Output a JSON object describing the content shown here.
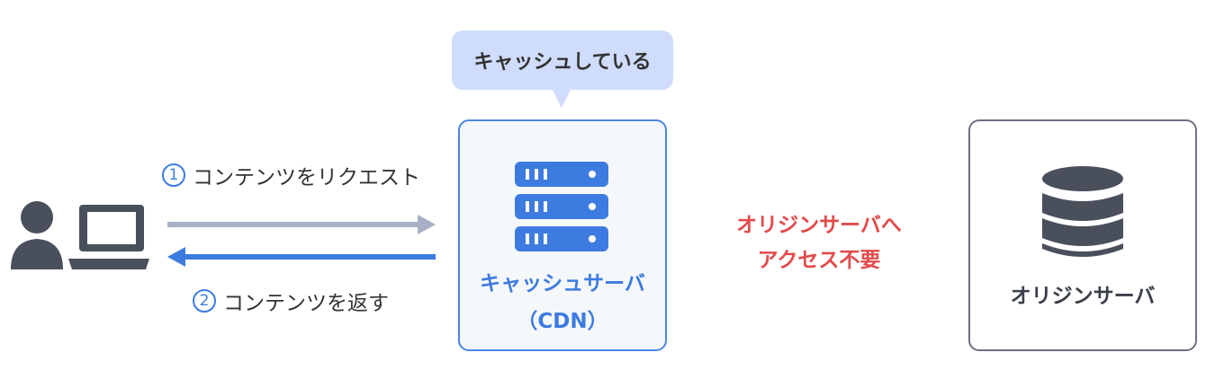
{
  "steps": {
    "request": {
      "number": "1",
      "label": "コンテンツをリクエスト"
    },
    "response": {
      "number": "2",
      "label": "コンテンツを返す"
    }
  },
  "bubble": {
    "text": "キャッシュしている"
  },
  "cdn": {
    "label_line1": "キャッシュサーバ",
    "label_line2": "（CDN）"
  },
  "note": {
    "line1": "オリジンサーバへ",
    "line2": "アクセス不要"
  },
  "origin": {
    "label": "オリジンサーバ"
  },
  "colors": {
    "accent_blue": "#3d7be0",
    "request_arrow": "#a9b0c6",
    "response_arrow": "#3d7be0",
    "note_red": "#e24a4a",
    "bubble_bg": "#cfdcfb",
    "icon_dark": "#4a4f5c"
  },
  "icons": {
    "user": "user-with-laptop-icon",
    "cdn": "server-rack-icon",
    "origin": "database-icon"
  }
}
